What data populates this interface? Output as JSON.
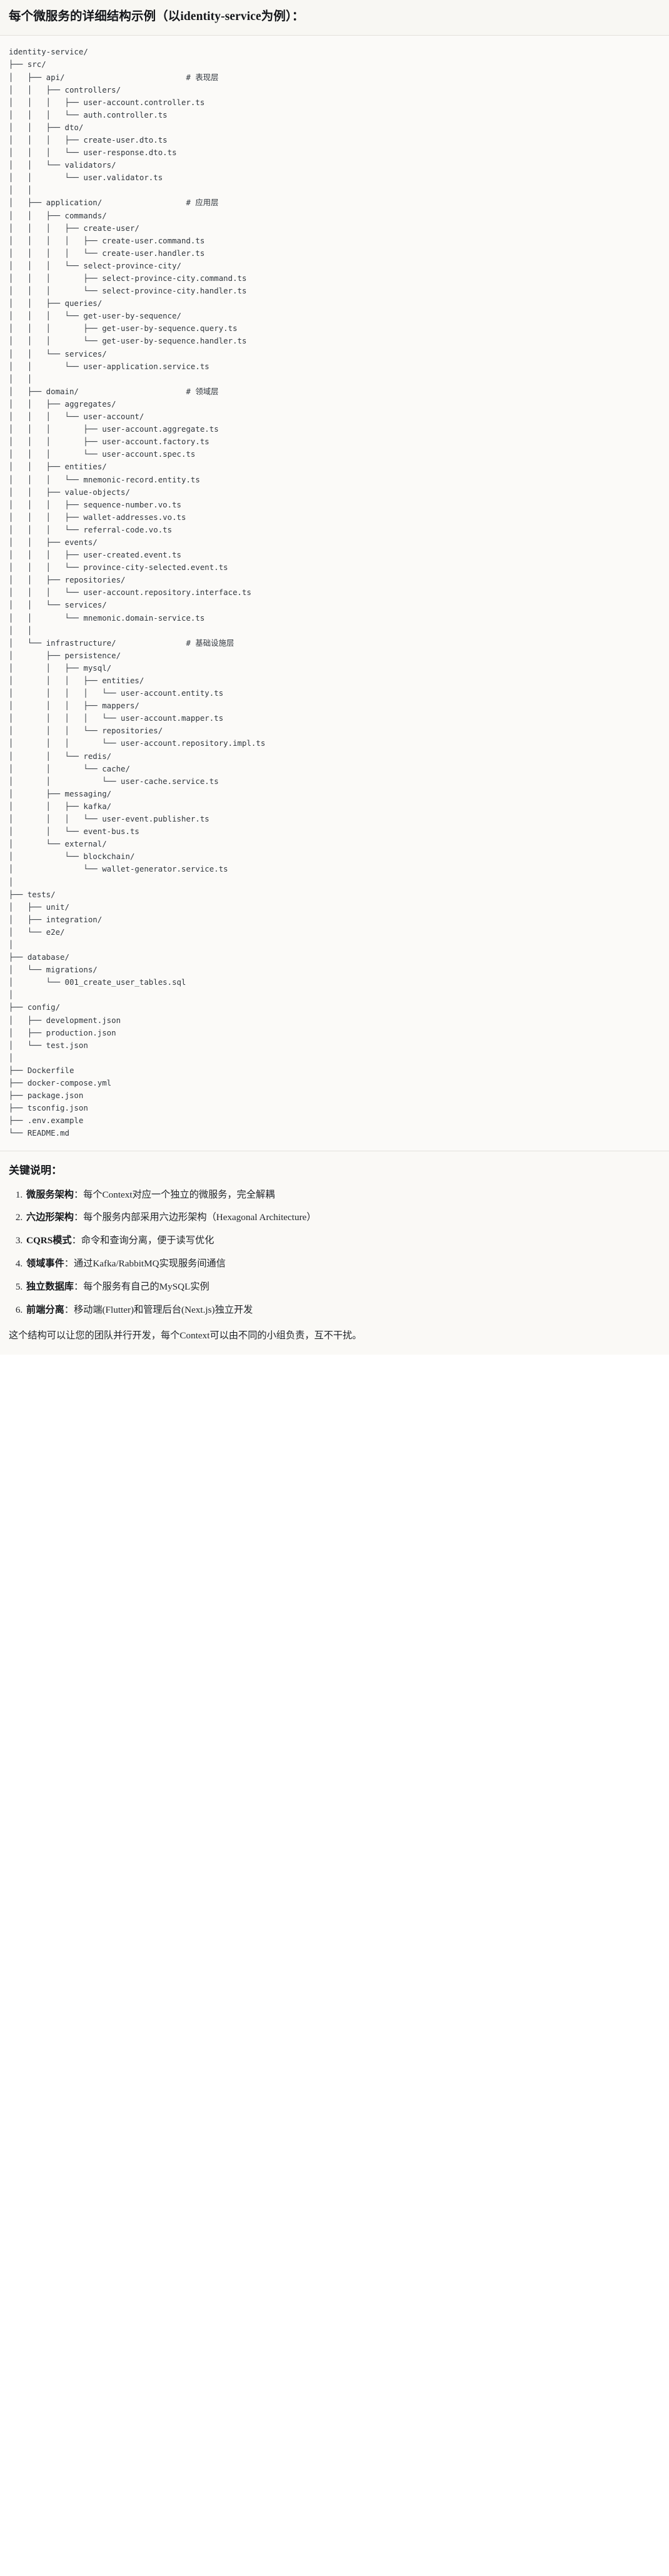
{
  "heading": {
    "title": "每个微服务的详细结构示例（以identity-service为例）："
  },
  "tree": {
    "root": "identity-service/",
    "text": "identity-service/\n├── src/\n│   ├── api/                          # 表现层\n│   │   ├── controllers/\n│   │   │   ├── user-account.controller.ts\n│   │   │   └── auth.controller.ts\n│   │   ├── dto/\n│   │   │   ├── create-user.dto.ts\n│   │   │   └── user-response.dto.ts\n│   │   └── validators/\n│   │       └── user.validator.ts\n│   │\n│   ├── application/                  # 应用层\n│   │   ├── commands/\n│   │   │   ├── create-user/\n│   │   │   │   ├── create-user.command.ts\n│   │   │   │   └── create-user.handler.ts\n│   │   │   └── select-province-city/\n│   │   │       ├── select-province-city.command.ts\n│   │   │       └── select-province-city.handler.ts\n│   │   ├── queries/\n│   │   │   └── get-user-by-sequence/\n│   │   │       ├── get-user-by-sequence.query.ts\n│   │   │       └── get-user-by-sequence.handler.ts\n│   │   └── services/\n│   │       └── user-application.service.ts\n│   │\n│   ├── domain/                       # 领域层\n│   │   ├── aggregates/\n│   │   │   └── user-account/\n│   │   │       ├── user-account.aggregate.ts\n│   │   │       ├── user-account.factory.ts\n│   │   │       └── user-account.spec.ts\n│   │   ├── entities/\n│   │   │   └── mnemonic-record.entity.ts\n│   │   ├── value-objects/\n│   │   │   ├── sequence-number.vo.ts\n│   │   │   ├── wallet-addresses.vo.ts\n│   │   │   └── referral-code.vo.ts\n│   │   ├── events/\n│   │   │   ├── user-created.event.ts\n│   │   │   └── province-city-selected.event.ts\n│   │   ├── repositories/\n│   │   │   └── user-account.repository.interface.ts\n│   │   └── services/\n│   │       └── mnemonic.domain-service.ts\n│   │\n│   └── infrastructure/               # 基础设施层\n│       ├── persistence/\n│       │   ├── mysql/\n│       │   │   ├── entities/\n│       │   │   │   └── user-account.entity.ts\n│       │   │   ├── mappers/\n│       │   │   │   └── user-account.mapper.ts\n│       │   │   └── repositories/\n│       │   │       └── user-account.repository.impl.ts\n│       │   └── redis/\n│       │       └── cache/\n│       │           └── user-cache.service.ts\n│       ├── messaging/\n│       │   ├── kafka/\n│       │   │   └── user-event.publisher.ts\n│       │   └── event-bus.ts\n│       └── external/\n│           └── blockchain/\n│               └── wallet-generator.service.ts\n│\n├── tests/\n│   ├── unit/\n│   ├── integration/\n│   └── e2e/\n│\n├── database/\n│   └── migrations/\n│       └── 001_create_user_tables.sql\n│\n├── config/\n│   ├── development.json\n│   ├── production.json\n│   └── test.json\n│\n├── Dockerfile\n├── docker-compose.yml\n├── package.json\n├── tsconfig.json\n├── .env.example\n└── README.md",
    "layer_comments": [
      "# 表现层",
      "# 应用层",
      "# 领域层",
      "# 基础设施层"
    ]
  },
  "notes": {
    "title": "关键说明：",
    "items": [
      {
        "term": "微服务架构",
        "sep": "：",
        "desc": "每个Context对应一个独立的微服务，完全解耦"
      },
      {
        "term": "六边形架构",
        "sep": "：",
        "desc": "每个服务内部采用六边形架构（Hexagonal Architecture）"
      },
      {
        "term": "CQRS模式",
        "sep": "：",
        "desc": "命令和查询分离，便于读写优化"
      },
      {
        "term": "领域事件",
        "sep": "：",
        "desc": "通过Kafka/RabbitMQ实现服务间通信"
      },
      {
        "term": "独立数据库",
        "sep": "：",
        "desc": "每个服务有自己的MySQL实例"
      },
      {
        "term": "前端分离",
        "sep": "：",
        "desc": "移动端(Flutter)和管理后台(Next.js)独立开发"
      }
    ],
    "closing": "这个结构可以让您的团队并行开发，每个Context可以由不同的小组负责，互不干扰。"
  }
}
